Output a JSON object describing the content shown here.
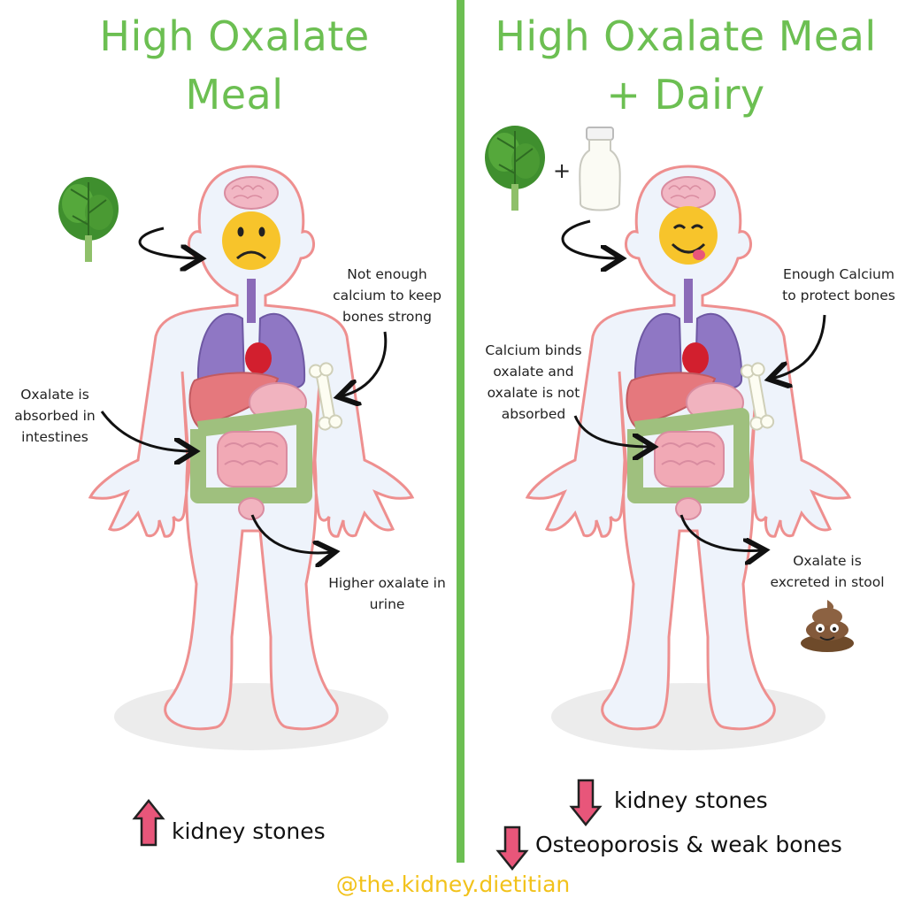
{
  "left": {
    "title_line1": "High Oxalate",
    "title_line2": "Meal",
    "label_bones": [
      "Not enough",
      "calcium to keep",
      "bones strong"
    ],
    "label_absorbed": [
      "Oxalate is",
      "absorbed in",
      "intestines"
    ],
    "label_urine": [
      "Higher oxalate in",
      "urine"
    ],
    "outcome": "kidney stones",
    "outcome_direction": "up",
    "face": "worried-face-icon"
  },
  "right": {
    "title_line1": "High Oxalate Meal",
    "title_line2": "+ Dairy",
    "plus": "+",
    "label_bones": [
      "Enough Calcium",
      "to protect bones"
    ],
    "label_binds": [
      "Calcium binds",
      "oxalate and",
      "oxalate is not",
      "absorbed"
    ],
    "label_stool": [
      "Oxalate is",
      "excreted in stool"
    ],
    "outcome1": "kidney stones",
    "outcome2": "Osteoporosis & weak bones",
    "outcome_direction": "down",
    "face": "yum-face-icon"
  },
  "handle": "@the.kidney.dietitian",
  "colors": {
    "title_green": "#6cbf52",
    "handle_yellow": "#f2c21b",
    "arrow_pink": "#e8567a"
  }
}
